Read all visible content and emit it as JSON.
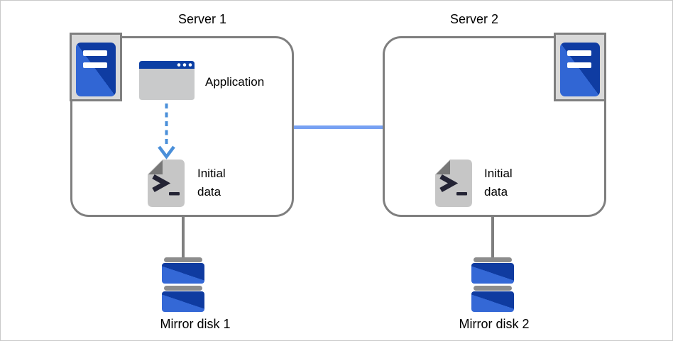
{
  "diagram": {
    "server1": {
      "title": "Server 1",
      "application_label": "Application",
      "initial_data_label": "Initial data"
    },
    "server2": {
      "title": "Server 2",
      "initial_data_label": "Initial data"
    },
    "disk1": {
      "label": "Mirror disk 1"
    },
    "disk2": {
      "label": "Mirror disk 2"
    },
    "icons": {
      "server1_corner": "server-tower-icon",
      "server2_corner": "server-tower-icon",
      "application": "application-window-icon",
      "initial_data": "script-file-icon",
      "disk": "mirror-disk-icon"
    },
    "connections": {
      "app_to_data": "dashed-arrow-down",
      "server_to_server": "mirror-link-line",
      "server_to_disk": "gray-connector-line"
    },
    "colors": {
      "box_border": "#7F7F7F",
      "mirror_link_blue": "#77A1F3",
      "arrow_blue": "#4A8FD9",
      "server_blue_light": "#3166D4",
      "server_blue_dark": "#0F3CA2",
      "titlebar_blue": "#0C3FA4",
      "icon_frame_gray": "#D9D9D9",
      "window_body_gray": "#C9CACB",
      "document_gray": "#C6C6C6",
      "document_fold_gray": "#787878",
      "disk_bar_gray": "#8C8C8C",
      "text": "#000000"
    }
  }
}
